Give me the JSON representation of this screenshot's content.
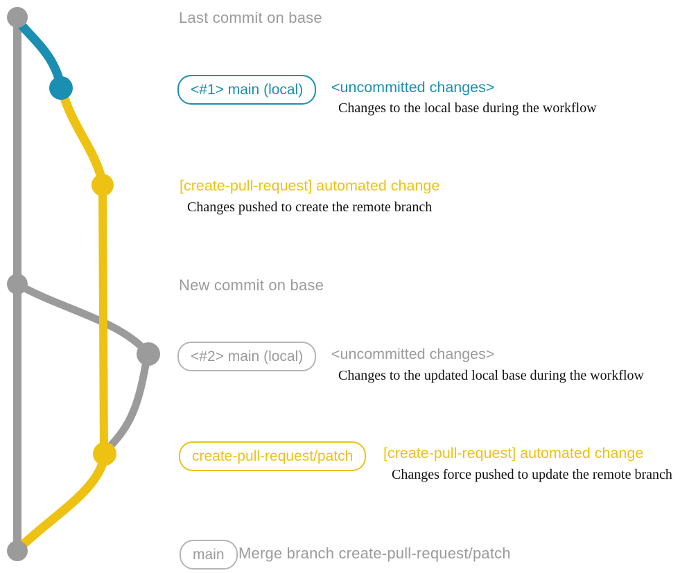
{
  "colors": {
    "gray": "#9b9b9b",
    "teal": "#1a8fb2",
    "yellow": "#eec212",
    "ink": "#111111"
  },
  "annotations": {
    "last_commit_label": "Last commit on base",
    "step1": {
      "badge": "<#1> main (local)",
      "title": "<uncommitted changes>",
      "caption": "Changes to the local base during the workflow"
    },
    "step2": {
      "title": "[create-pull-request] automated change",
      "caption": "Changes pushed to create the remote branch"
    },
    "new_commit_label": "New commit on base",
    "step3": {
      "badge": "<#2> main (local)",
      "title": "<uncommitted changes>",
      "caption": "Changes to the updated local base during the workflow"
    },
    "step4": {
      "badge": "create-pull-request/patch",
      "title": "[create-pull-request] automated change",
      "caption": "Changes force pushed to update the remote branch"
    },
    "merge": {
      "badge": "main",
      "label": "Merge branch create-pull-request/patch"
    }
  }
}
